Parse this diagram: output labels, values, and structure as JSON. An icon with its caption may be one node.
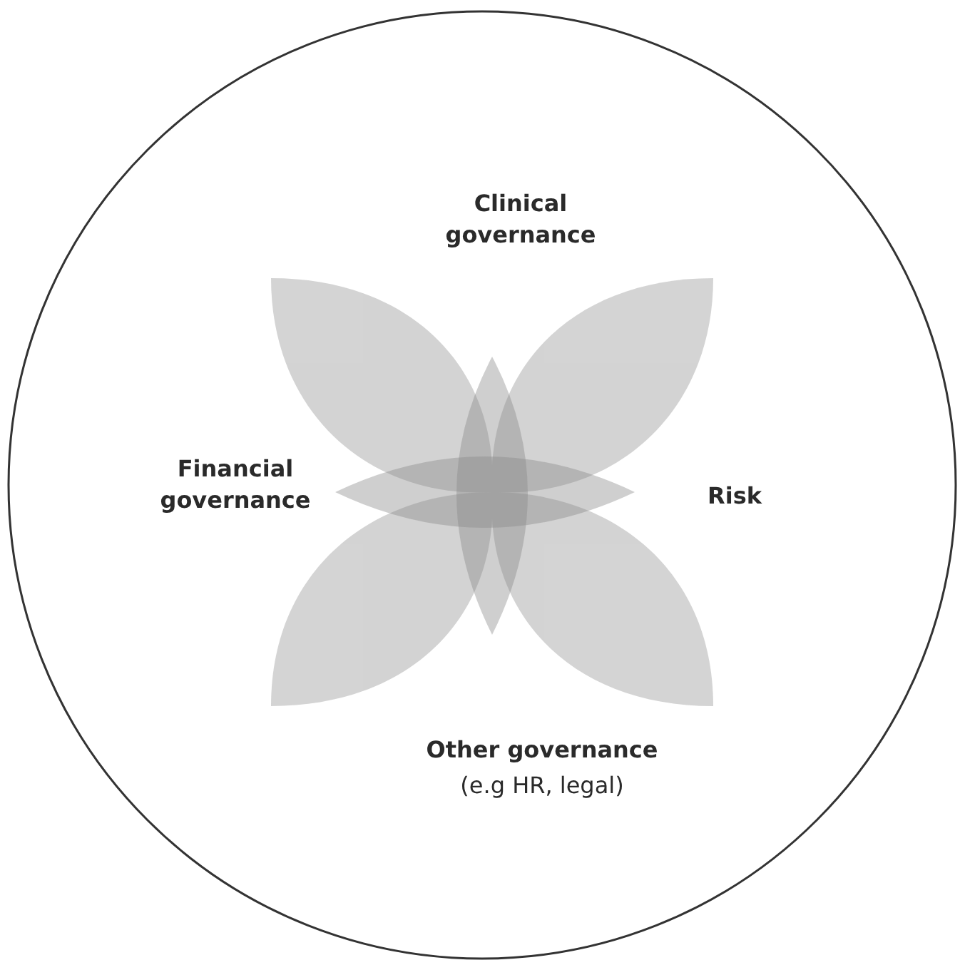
{
  "diagram": {
    "labels": [
      "Clinical governance",
      "Financial governance",
      "Risk",
      "Other governance",
      "(e.g HR, legal)"
    ]
  }
}
